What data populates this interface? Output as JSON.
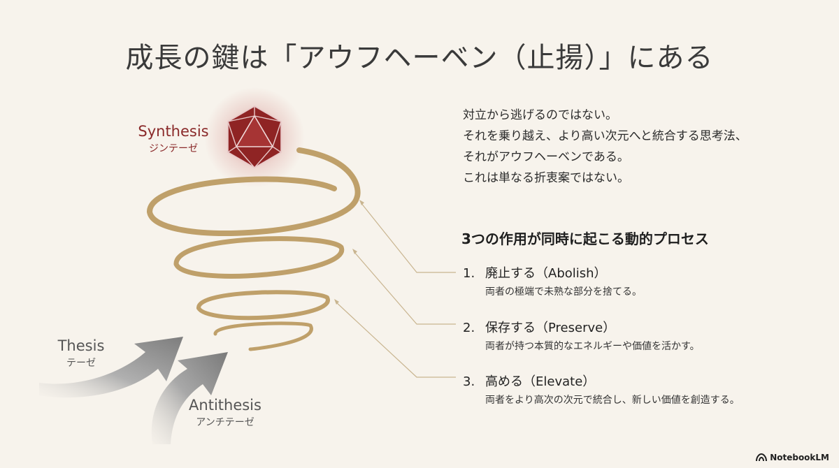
{
  "title": "成長の鍵は「アウフヘーベン（止揚）」にある",
  "labels": {
    "synthesis_en": "Synthesis",
    "synthesis_jp": "ジンテーゼ",
    "thesis_en": "Thesis",
    "thesis_jp": "テーゼ",
    "antithesis_en": "Antithesis",
    "antithesis_jp": "アンチテーゼ"
  },
  "intro_lines": [
    "対立から逃げるのではない。",
    "それを乗り越え、より高い次元へと統合する思考法、",
    "それがアウフヘーベンである。",
    "これは単なる折衷案ではない。"
  ],
  "process_heading": "3つの作用が同時に起こる動的プロセス",
  "steps": [
    {
      "num": "1.",
      "title": "廃止する（Abolish）",
      "desc": "両者の極端で未熟な部分を捨てる。"
    },
    {
      "num": "2.",
      "title": "保存する（Preserve）",
      "desc": "両者が持つ本質的なエネルギーや価値を活かす。"
    },
    {
      "num": "3.",
      "title": "高める（Elevate）",
      "desc": "両者をより高次の次元で統合し、新しい価値を創造する。"
    }
  ],
  "brand": "NotebookLM",
  "icons": [
    "icosahedron-icon",
    "thesis-arrow-icon",
    "antithesis-arrow-icon",
    "notebooklm-logo-icon"
  ],
  "colors": {
    "background": "#f7f3ec",
    "spiral": "#bfa06a",
    "synthesis": "#8a2a2a",
    "arrow": "#8e8e8e",
    "connector": "#c9b590"
  }
}
